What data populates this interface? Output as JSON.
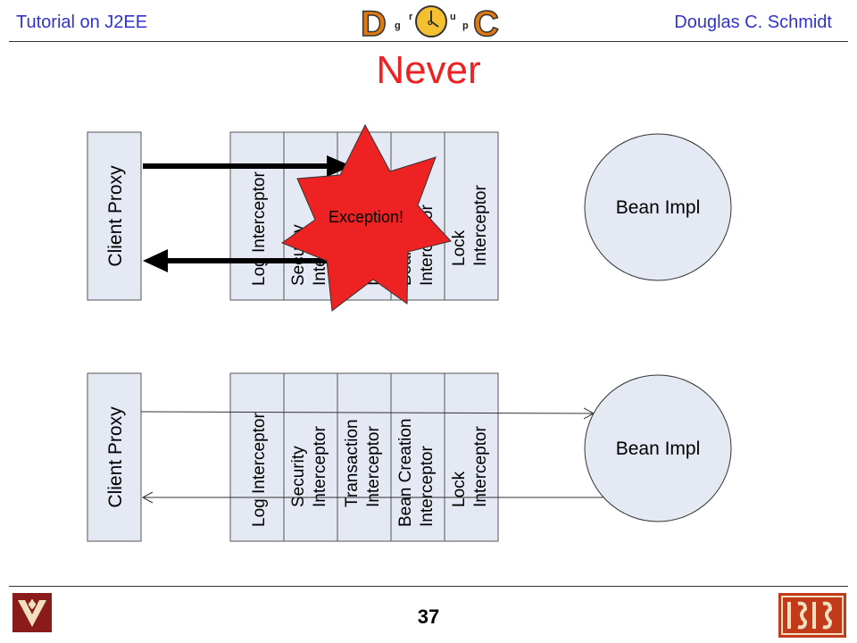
{
  "header": {
    "left": "Tutorial on J2EE",
    "right": "Douglas C. Schmidt",
    "logo_letters": [
      "D",
      "g",
      "r",
      "o",
      "u",
      "p",
      "C"
    ]
  },
  "title": "Never",
  "diagram": {
    "client_label": "Client Proxy",
    "bean_label": "Bean Impl",
    "exception_label": "Exception!",
    "interceptors": [
      [
        "Log Interceptor"
      ],
      [
        "Security",
        "Interceptor"
      ],
      [
        "Transaction",
        "Interceptor"
      ],
      [
        "Bean Creation",
        "Interceptor"
      ],
      [
        "Lock",
        "Interceptor"
      ]
    ]
  },
  "footer": {
    "page": "37"
  },
  "colors": {
    "box_fill": "#e4e9f4",
    "header_text": "#3333cc",
    "title": "#ee2222",
    "exception": "#ee2222"
  }
}
